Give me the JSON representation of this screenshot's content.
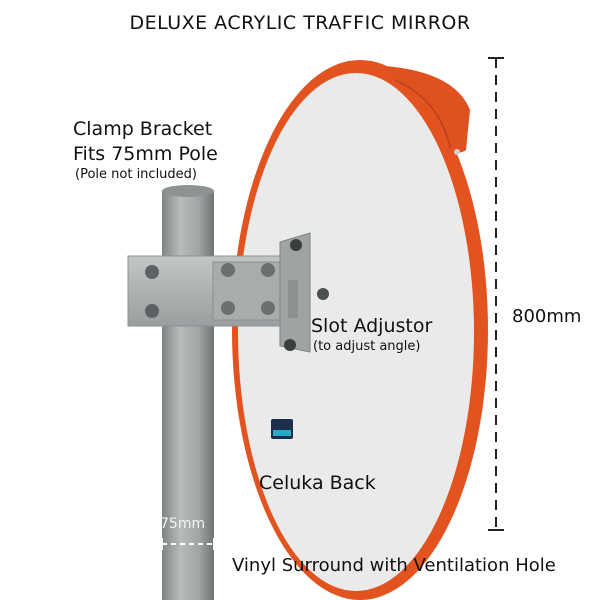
{
  "title": "DELUXE ACRYLIC TRAFFIC MIRROR",
  "labels": {
    "clamp_line1": "Clamp Bracket",
    "clamp_line2": "Fits 75mm Pole",
    "clamp_note": "(Pole not included)",
    "slot_title": "Slot Adjustor",
    "slot_note": "(to adjust angle)",
    "dimension": "800mm",
    "back": "Celuka Back",
    "pole_size": "75mm",
    "surround": "Vinyl Surround with Ventilation Hole"
  },
  "colors": {
    "surround": "#e2531f",
    "mirror_back": "#eaeaea",
    "pole": "#9ea3a4",
    "bracket": "#b3b6b6"
  }
}
